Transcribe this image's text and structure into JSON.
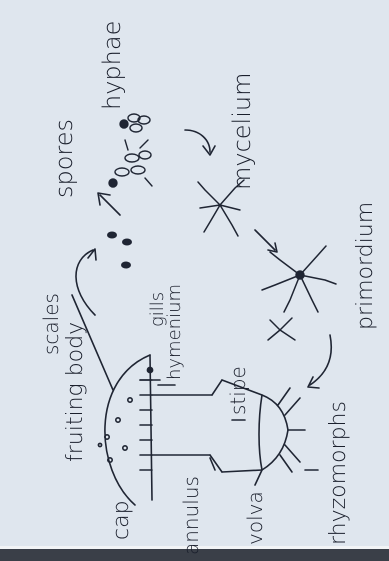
{
  "labels": {
    "fruiting_body": "fruiting body",
    "cap": "cap",
    "scales": "scales",
    "gills": "gills",
    "hymenium": "hymenium",
    "stipe": "stipe",
    "annulus": "annulus",
    "volva": "volva",
    "rhyzomorphs": "rhyzomorphs",
    "spores": "spores",
    "hyphae": "hyphae",
    "mycelium": "mycelium",
    "primordium": "primordium"
  },
  "colors": {
    "paper": "#dfe6ee",
    "ink": "#1f2533"
  }
}
